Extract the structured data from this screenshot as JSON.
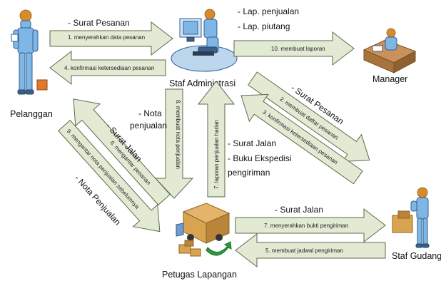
{
  "actors": {
    "pelanggan": "Pelanggan",
    "staf_administrasi": "Staf Administrasi",
    "manager": "Manager",
    "staf_gudang": "Staf Gudang",
    "petugas_lapangan": "Petugas Lapangan"
  },
  "flows": [
    {
      "id": "f1",
      "label": "1. menyerahkan data pesanan",
      "notes": [
        "- Surat Pesanan"
      ]
    },
    {
      "id": "f4",
      "label": "4. konfirmasi ketersediaan pesanan",
      "notes": []
    },
    {
      "id": "f10",
      "label": "10. membuat laporan",
      "notes": [
        "- Lap. penjualan",
        "- Lap. piutang"
      ]
    },
    {
      "id": "f2",
      "label": "2. membuat daftar pesanan",
      "notes": [
        "- Surat Pesanan"
      ]
    },
    {
      "id": "f3",
      "label": "3. konfirmasi ketersediaan pesanan",
      "notes": []
    },
    {
      "id": "f8",
      "label": "8. membuat nota penjualan",
      "notes": [
        "- Nota",
        "penjualan"
      ]
    },
    {
      "id": "f7a",
      "label": "7. laporan penjualan harian",
      "notes": [
        "- Surat Jalan",
        "- Buku Ekspedisi",
        "pengiriman"
      ]
    },
    {
      "id": "f6",
      "label": "6. mengantar pesanan",
      "notes": [
        "- Surat Jalan"
      ]
    },
    {
      "id": "f9",
      "label": "9. mengantar nota penjualan sebelumnya",
      "notes": [
        "- Nota Penjualan"
      ]
    },
    {
      "id": "f7b",
      "label": "7. menyerahkan bukti pengiriman",
      "notes": [
        "- Surat Jalan"
      ]
    },
    {
      "id": "f5",
      "label": "5. membuat jadwal pengiriman",
      "notes": []
    }
  ],
  "colors": {
    "arrow_fill": "#e3ead4",
    "arrow_stroke": "#5a6a4a",
    "person": "#7fb6e6"
  }
}
